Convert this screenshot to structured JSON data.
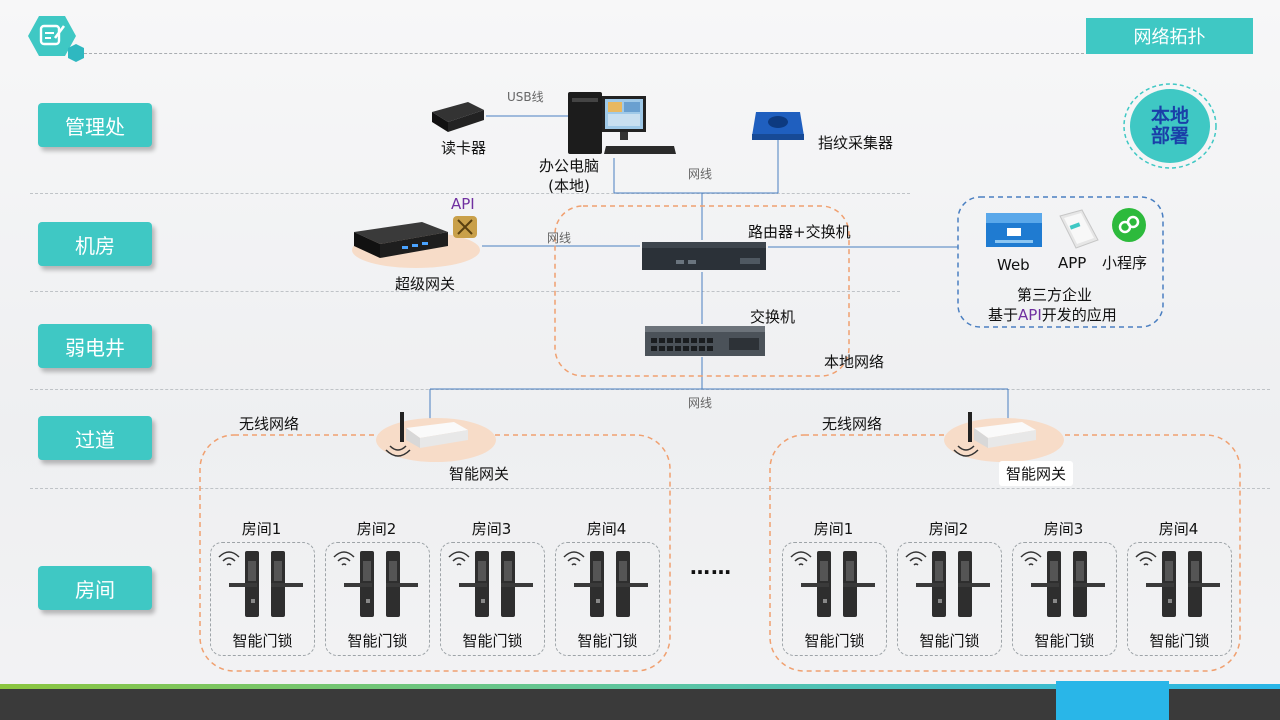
{
  "header": {
    "title": "网络拓扑"
  },
  "badge": {
    "line1": "本地",
    "line2": "部署"
  },
  "zones": [
    "管理处",
    "机房",
    "弱电井",
    "过道",
    "房间"
  ],
  "devices": {
    "card_reader": "读卡器",
    "usb_label": "USB线",
    "pc_line1": "办公电脑",
    "pc_line2": "(本地)",
    "fingerprint": "指纹采集器",
    "wire1": "网线",
    "api": "API",
    "super_gateway": "超级网关",
    "wire2": "网线",
    "router": "路由器+交换机",
    "switch": "交换机",
    "local_net": "本地网络",
    "wire3": "网线"
  },
  "third_party": {
    "web": "Web",
    "app": "APP",
    "mini": "小程序",
    "line1": "第三方企业",
    "line2_pre": "基于",
    "line2_api": "API",
    "line2_post": "开发的应用"
  },
  "left_group": {
    "wireless": "无线网络",
    "gateway": "智能网关",
    "rooms": [
      {
        "title": "房间1",
        "lock": "智能门锁"
      },
      {
        "title": "房间2",
        "lock": "智能门锁"
      },
      {
        "title": "房间3",
        "lock": "智能门锁"
      },
      {
        "title": "房间4",
        "lock": "智能门锁"
      }
    ]
  },
  "ellipsis": "……",
  "right_group": {
    "wireless": "无线网络",
    "gateway": "智能网关",
    "rooms": [
      {
        "title": "房间1",
        "lock": "智能门锁"
      },
      {
        "title": "房间2",
        "lock": "智能门锁"
      },
      {
        "title": "房间3",
        "lock": "智能门锁"
      },
      {
        "title": "房间4",
        "lock": "智能门锁"
      }
    ]
  },
  "colors": {
    "accent": "#3fc8c4",
    "dash_orange": "#f0a070",
    "dash_blue": "#4a7fc1",
    "api_purple": "#7030a0",
    "footer_green": "#8cc63f",
    "footer_blue": "#29b6e8",
    "footer_dark": "#3a3a3a"
  }
}
